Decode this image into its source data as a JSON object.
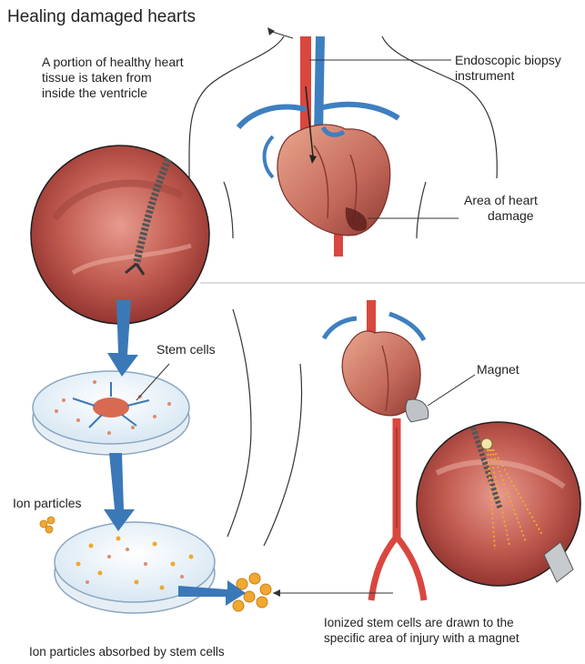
{
  "title": "Healing damaged hearts",
  "labels": {
    "biopsy_desc": [
      "A portion of healthy heart",
      "tissue is taken from",
      "inside the ventricle"
    ],
    "instrument": [
      "Endoscopic biopsy",
      "instrument"
    ],
    "damage": [
      "Area of heart",
      "damage"
    ],
    "stem_cells": "Stem cells",
    "magnet": "Magnet",
    "ion_particles": "Ion particles",
    "absorbed": "Ion particles absorbed by stem cells",
    "ionized": [
      "Ionized stem cells are drawn to the",
      "specific area of injury with a magnet"
    ]
  },
  "colors": {
    "artery": "#d9473f",
    "vein": "#3e7fc1",
    "tissue": "#b8524a",
    "flow_arrow": "#3b78b8",
    "ion": "#f0a830",
    "outline": "#3a3a3a"
  }
}
